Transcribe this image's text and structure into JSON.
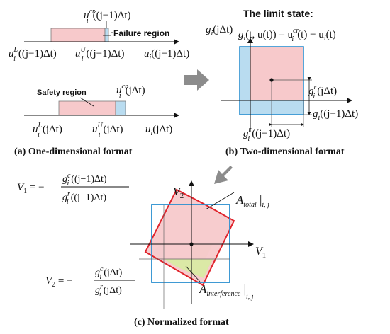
{
  "panel_a": {
    "caption": "(a) One-dimensional format",
    "failure_region": "Failure region",
    "safety_region": "Safety region",
    "top": {
      "ucr": "u",
      "ucr_sup": "cr",
      "ucr_sub": "i",
      "ucr_arg": "((j−1)Δt)",
      "uL": "u",
      "uL_sup": "L",
      "uL_sub": "i",
      "uL_arg": "((j−1)Δt)",
      "uU": "u",
      "uU_sup": "U",
      "uU_sub": "i",
      "uU_arg": "((j−1)Δt)",
      "ui": "u",
      "ui_sub": "i",
      "ui_arg": "((j−1)Δt)"
    },
    "bottom": {
      "ucr": "u",
      "ucr_sup": "cr",
      "ucr_sub": "i",
      "ucr_arg": "(jΔt)",
      "uL": "u",
      "uL_sup": "L",
      "uL_sub": "i",
      "uL_arg": "(jΔt)",
      "uU": "u",
      "uU_sup": "U",
      "uU_sub": "i",
      "uU_arg": "(jΔt)",
      "ui": "u",
      "ui_sub": "i",
      "ui_arg": "(jΔt)"
    }
  },
  "panel_b": {
    "caption": "(b) Two-dimensional format",
    "title": "The limit state:",
    "equation": "g",
    "equation_sub": "i",
    "equation_arg": "(t, u(t)) = u",
    "equation_cr": "cr",
    "equation_cr_sub": "i",
    "equation_rest": "(t) − u",
    "equation_rest_sub": "i",
    "equation_end": "(t)",
    "y_axis": "g",
    "y_axis_sub": "i",
    "y_axis_arg": "(jΔt)",
    "x_axis": "g",
    "x_axis_sub": "i",
    "x_axis_arg": "((j−1)Δt)",
    "gr_right": "g",
    "gr_right_sup": "r",
    "gr_right_sub": "i",
    "gr_right_arg": "(jΔt)",
    "gr_bottom": "g",
    "gr_bottom_sup": "r",
    "gr_bottom_sub": "i",
    "gr_bottom_arg": "((j−1)Δt)"
  },
  "panel_c": {
    "caption": "(c) Normalized format",
    "v1_eq_lhs": "V",
    "v1_eq_lhs_sub": "1",
    "v1_eq_num": "g",
    "v1_eq_num_sup": "c",
    "v1_eq_num_sub": "i",
    "v1_eq_num_arg": "((j−1)Δt)",
    "v1_eq_den": "g",
    "v1_eq_den_sup": "r",
    "v1_eq_den_sub": "i",
    "v1_eq_den_arg": "((j−1)Δt)",
    "v2_eq_lhs": "V",
    "v2_eq_lhs_sub": "2",
    "v2_eq_num": "g",
    "v2_eq_num_sup": "c",
    "v2_eq_num_sub": "i",
    "v2_eq_num_arg": "(jΔt)",
    "v2_eq_den": "g",
    "v2_eq_den_sup": "r",
    "v2_eq_den_sub": "i",
    "v2_eq_den_arg": "(jΔt)",
    "v2_axis": "V",
    "v2_axis_sub": "2",
    "v1_axis": "V",
    "v1_axis_sub": "1",
    "a_total": "A",
    "a_total_sub": "total",
    "a_total_eval": "i, j",
    "a_interf": "A",
    "a_interf_sub": "interference",
    "a_interf_eval": "i, j"
  },
  "colors": {
    "pink": "#f7c9cb",
    "blue_fill": "#b9dcf0",
    "blue_line": "#2a8fd0",
    "red_line": "#e0242c",
    "green": "#dbe9a6",
    "arrow_gray": "#8c8c8c"
  }
}
